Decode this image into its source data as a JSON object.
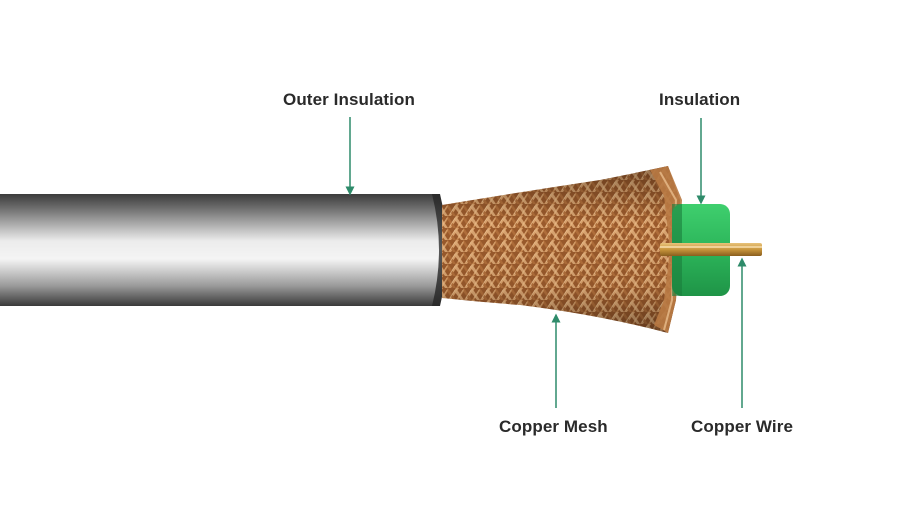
{
  "labels": {
    "outer_insulation": "Outer Insulation",
    "insulation": "Insulation",
    "copper_mesh": "Copper Mesh",
    "copper_wire": "Copper Wire"
  },
  "colors": {
    "background": "#ffffff",
    "callout_line": "#2e8b6a",
    "outer_jacket_dark": "#3a3a3a",
    "outer_jacket_light": "#e6e6e6",
    "copper_mesh_light": "#d9a06a",
    "copper_mesh_dark": "#7a3e1c",
    "dielectric_green": "#2cb55a",
    "copper_wire": "#c8963c",
    "label_text": "#2a2a2a"
  },
  "icons": {
    "callout_arrow": "arrowhead-icon"
  }
}
